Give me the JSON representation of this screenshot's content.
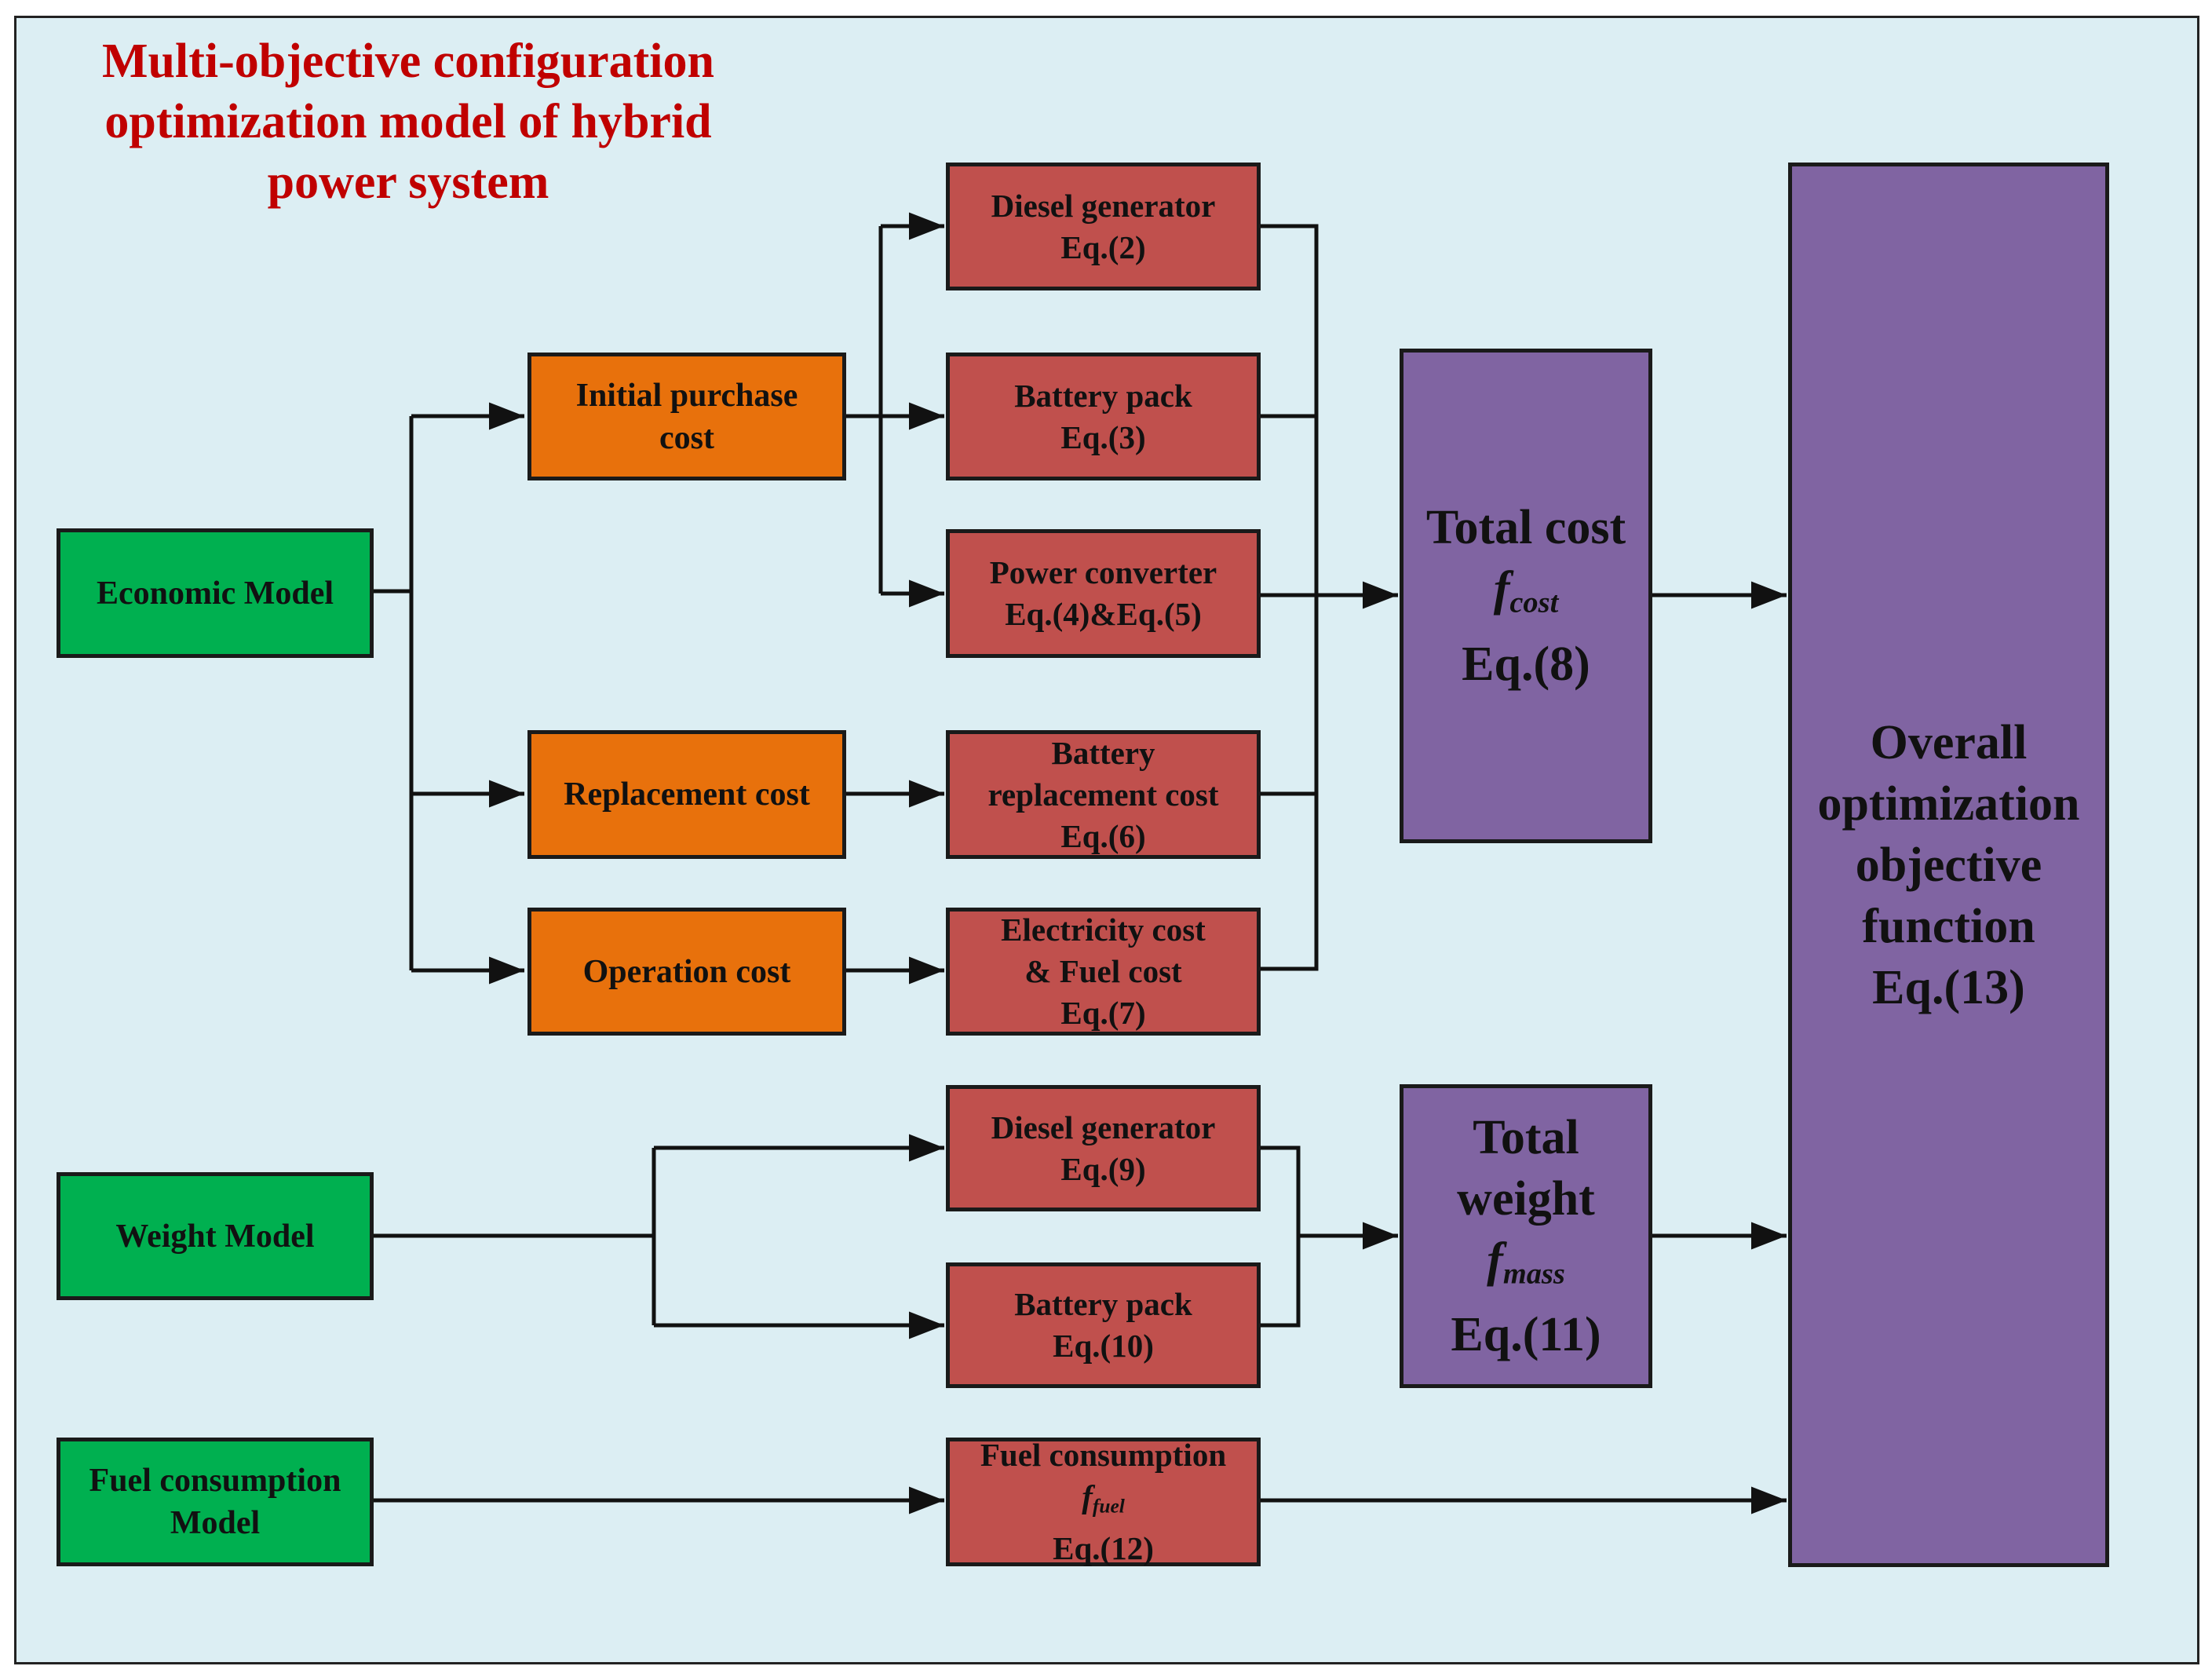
{
  "title": {
    "lines": [
      "Multi-objective configuration",
      "optimization model of hybrid",
      "power system"
    ]
  },
  "models": {
    "economic": "Economic Model",
    "weight": "Weight Model",
    "fuel": [
      "Fuel consumption",
      "Model"
    ]
  },
  "costs": {
    "initial": [
      "Initial purchase",
      "cost"
    ],
    "replacement": "Replacement cost",
    "operation": "Operation cost"
  },
  "components": {
    "diesel_cost": [
      "Diesel generator",
      "Eq.(2)"
    ],
    "battery_cost": [
      "Battery pack",
      "Eq.(3)"
    ],
    "converter_cost": [
      "Power converter",
      "Eq.(4)&Eq.(5)"
    ],
    "battery_replacement": [
      "Battery",
      "replacement cost",
      "Eq.(6)"
    ],
    "electricity_fuel": [
      "Electricity cost",
      "& Fuel cost",
      "Eq.(7)"
    ],
    "diesel_weight": [
      "Diesel generator",
      "Eq.(9)"
    ],
    "battery_weight": [
      "Battery pack",
      "Eq.(10)"
    ],
    "fuel_consumption": {
      "label": "Fuel consumption",
      "symbol": "f",
      "subscript": "fuel",
      "eq": "Eq.(12)"
    }
  },
  "totals": {
    "cost": {
      "label": "Total cost",
      "symbol": "f",
      "subscript": "cost",
      "eq": "Eq.(8)"
    },
    "weight": {
      "label_1": "Total",
      "label_2": "weight",
      "symbol": "f",
      "subscript": "mass",
      "eq": "Eq.(11)"
    }
  },
  "overall": [
    "Overall",
    "optimization",
    "objective",
    "function",
    "Eq.(13)"
  ],
  "colors": {
    "background": "#dceef3",
    "title": "#c00000",
    "model_green": "#00b050",
    "cost_orange": "#e8710c",
    "component_red": "#c0504d",
    "total_purple": "#8064a2"
  }
}
